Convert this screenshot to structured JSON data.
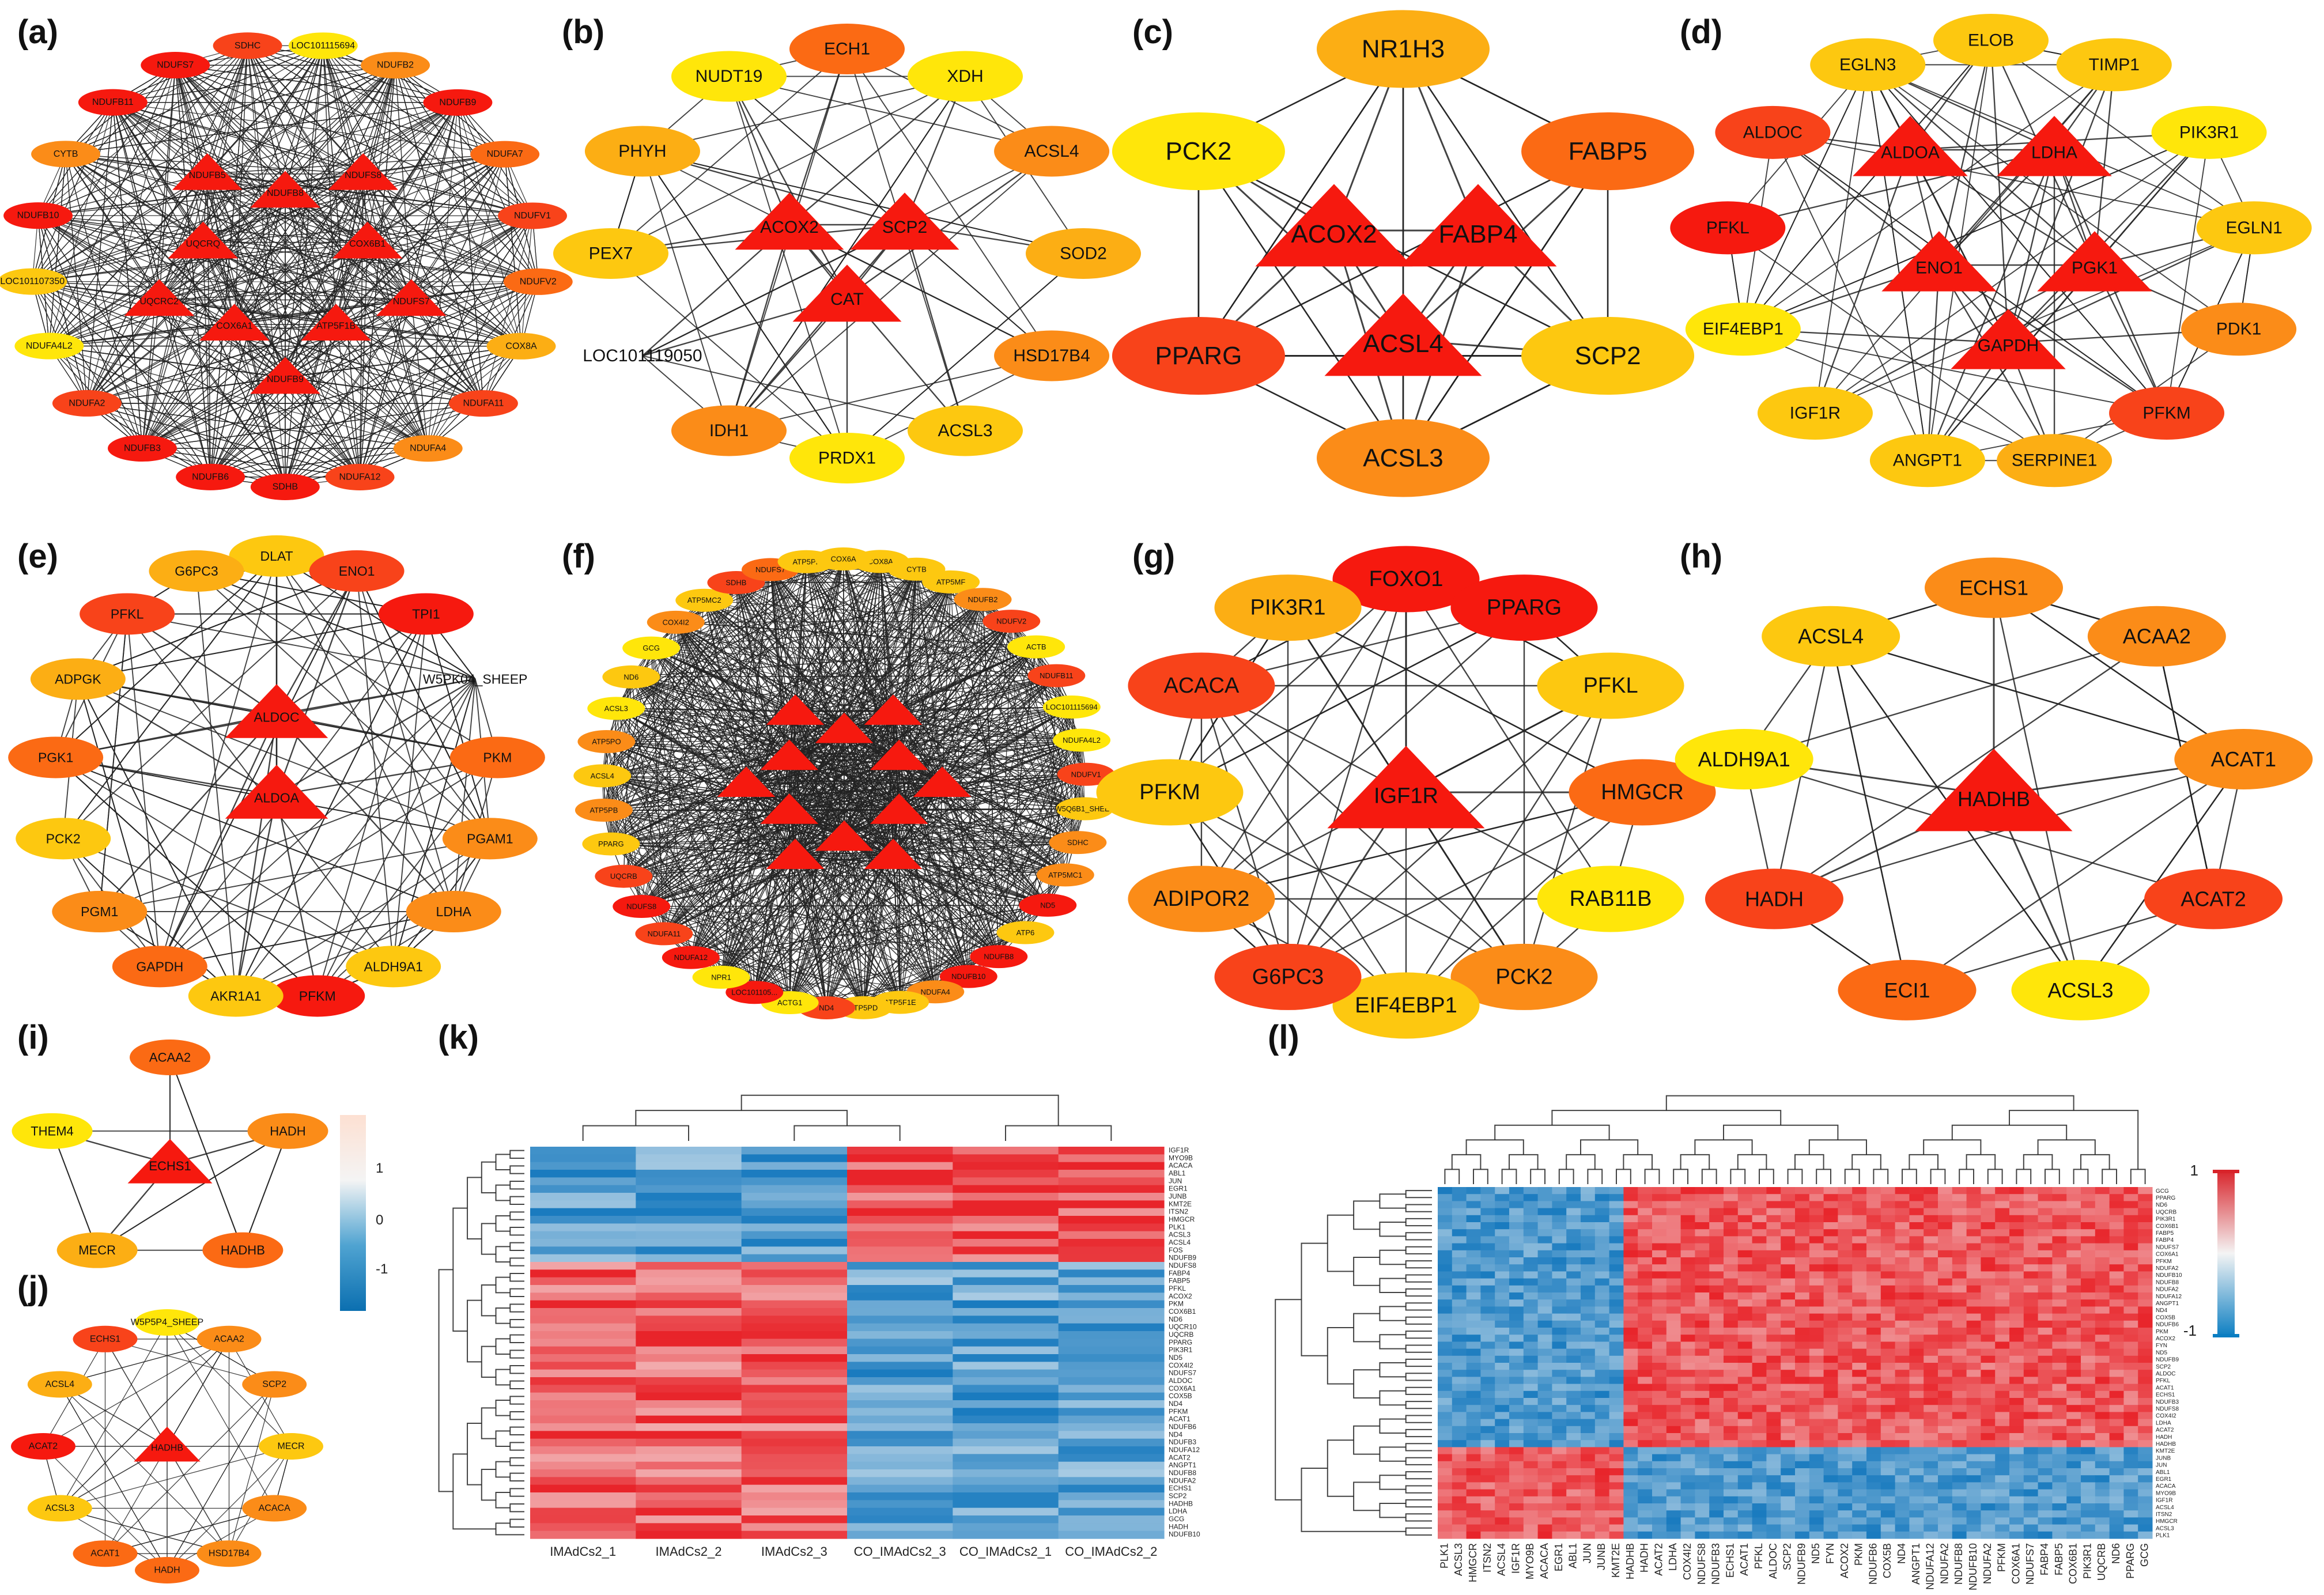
{
  "colors": {
    "red": "#f6190f",
    "red_orange": "#f8431a",
    "orange_red": "#fb6a14",
    "orange": "#fb8c18",
    "light_orange": "#fcae14",
    "amber": "#fdc810",
    "yellow": "#ffe60a",
    "heat_red": "#e8242a",
    "heat_blue": "#1a7bbf",
    "heat_white": "#f7f7f7"
  },
  "panels": {
    "a": {
      "label": "(a)",
      "hubs": [
        "NDUFB8",
        "NDUFS8",
        "COX6B1",
        "NDUFS7",
        "ATP5F1B",
        "NDUFB9",
        "COX6A1",
        "UQCRC2",
        "UQCRQ",
        "NDUFB5"
      ],
      "ring": [
        {
          "name": "LOC101115694",
          "c": "yellow"
        },
        {
          "name": "NDUFB2",
          "c": "orange"
        },
        {
          "name": "NDUFB9",
          "c": "red"
        },
        {
          "name": "NDUFA7",
          "c": "orange_red"
        },
        {
          "name": "NDUFV1",
          "c": "red_orange"
        },
        {
          "name": "NDUFV2",
          "c": "orange_red"
        },
        {
          "name": "COX8A",
          "c": "light_orange"
        },
        {
          "name": "NDUFA11",
          "c": "red_orange"
        },
        {
          "name": "NDUFA4",
          "c": "orange"
        },
        {
          "name": "NDUFA12",
          "c": "red_orange"
        },
        {
          "name": "SDHB",
          "c": "red"
        },
        {
          "name": "NDUFB6",
          "c": "red"
        },
        {
          "name": "NDUFB3",
          "c": "red"
        },
        {
          "name": "NDUFA2",
          "c": "red_orange"
        },
        {
          "name": "NDUFA4L2",
          "c": "yellow"
        },
        {
          "name": "LOC101107350",
          "c": "amber"
        },
        {
          "name": "NDUFB10",
          "c": "red"
        },
        {
          "name": "CYTB",
          "c": "orange"
        },
        {
          "name": "NDUFB11",
          "c": "red"
        },
        {
          "name": "NDUFS7",
          "c": "red"
        },
        {
          "name": "SDHC",
          "c": "red_orange"
        }
      ]
    },
    "b": {
      "label": "(b)",
      "hubs": [
        "ACOX2",
        "SCP2",
        "CAT"
      ],
      "ring": [
        {
          "name": "ECH1",
          "c": "orange_red"
        },
        {
          "name": "XDH",
          "c": "yellow"
        },
        {
          "name": "ACSL4",
          "c": "orange"
        },
        {
          "name": "SOD2",
          "c": "light_orange"
        },
        {
          "name": "HSD17B4",
          "c": "orange"
        },
        {
          "name": "ACSL3",
          "c": "amber"
        },
        {
          "name": "PRDX1",
          "c": "yellow"
        },
        {
          "name": "IDH1",
          "c": "orange"
        },
        {
          "name": "LOC101119050",
          "c": "none"
        },
        {
          "name": "PEX7",
          "c": "amber"
        },
        {
          "name": "PHYH",
          "c": "light_orange"
        },
        {
          "name": "NUDT19",
          "c": "yellow"
        }
      ]
    },
    "c": {
      "label": "(c)",
      "hubs": [
        "ACOX2",
        "FABP4",
        "ACSL4"
      ],
      "ring": [
        {
          "name": "NR1H3",
          "c": "light_orange"
        },
        {
          "name": "FABP5",
          "c": "orange_red"
        },
        {
          "name": "SCP2",
          "c": "amber"
        },
        {
          "name": "ACSL3",
          "c": "orange"
        },
        {
          "name": "PPARG",
          "c": "red_orange"
        },
        {
          "name": "PCK2",
          "c": "yellow"
        }
      ]
    },
    "d": {
      "label": "(d)",
      "hubs": [
        "ALDOA",
        "LDHA",
        "ENO1",
        "PGK1",
        "GAPDH"
      ],
      "ring": [
        {
          "name": "ELOB",
          "c": "amber"
        },
        {
          "name": "TIMP1",
          "c": "amber"
        },
        {
          "name": "PIK3R1",
          "c": "yellow"
        },
        {
          "name": "EGLN1",
          "c": "amber"
        },
        {
          "name": "PDK1",
          "c": "orange"
        },
        {
          "name": "PFKM",
          "c": "red_orange"
        },
        {
          "name": "SERPINE1",
          "c": "light_orange"
        },
        {
          "name": "ANGPT1",
          "c": "amber"
        },
        {
          "name": "IGF1R",
          "c": "amber"
        },
        {
          "name": "EIF4EBP1",
          "c": "yellow"
        },
        {
          "name": "PFKL",
          "c": "red"
        },
        {
          "name": "ALDOC",
          "c": "red_orange"
        },
        {
          "name": "EGLN3",
          "c": "amber"
        }
      ]
    },
    "e": {
      "label": "(e)",
      "hubs": [
        "ALDOC",
        "ALDOA"
      ],
      "ring": [
        {
          "name": "DLAT",
          "c": "amber"
        },
        {
          "name": "ENO1",
          "c": "red_orange"
        },
        {
          "name": "TPI1",
          "c": "red"
        },
        {
          "name": "W5PK04_SHEEP",
          "c": "none"
        },
        {
          "name": "PKM",
          "c": "orange_red"
        },
        {
          "name": "PGAM1",
          "c": "orange"
        },
        {
          "name": "LDHA",
          "c": "orange"
        },
        {
          "name": "ALDH9A1",
          "c": "amber"
        },
        {
          "name": "PFKM",
          "c": "red"
        },
        {
          "name": "AKR1A1",
          "c": "amber"
        },
        {
          "name": "GAPDH",
          "c": "orange_red"
        },
        {
          "name": "PGM1",
          "c": "orange"
        },
        {
          "name": "PCK2",
          "c": "amber"
        },
        {
          "name": "PGK1",
          "c": "orange_red"
        },
        {
          "name": "ADPGK",
          "c": "light_orange"
        },
        {
          "name": "PFKL",
          "c": "red_orange"
        },
        {
          "name": "G6PC3",
          "c": "light_orange"
        }
      ]
    },
    "f": {
      "label": "(f)",
      "hubs": [
        "",
        "",
        "",
        "",
        "",
        "",
        "",
        "",
        "",
        "",
        "",
        ""
      ],
      "ring": [
        {
          "name": "COX8A",
          "c": "amber"
        },
        {
          "name": "CYTB",
          "c": "amber"
        },
        {
          "name": "ATP5MF",
          "c": "amber"
        },
        {
          "name": "NDUFB2",
          "c": "orange"
        },
        {
          "name": "NDUFV2",
          "c": "red_orange"
        },
        {
          "name": "ACTB",
          "c": "yellow"
        },
        {
          "name": "NDUFB11",
          "c": "red_orange"
        },
        {
          "name": "LOC101115694",
          "c": "yellow"
        },
        {
          "name": "NDUFA4L2",
          "c": "yellow"
        },
        {
          "name": "NDUFV1",
          "c": "red_orange"
        },
        {
          "name": "W5Q6B1_SHEEP",
          "c": "amber"
        },
        {
          "name": "SDHC",
          "c": "orange"
        },
        {
          "name": "ATP5MC1",
          "c": "orange"
        },
        {
          "name": "ND5",
          "c": "red"
        },
        {
          "name": "ATP6",
          "c": "amber"
        },
        {
          "name": "NDUFB8",
          "c": "red"
        },
        {
          "name": "NDUFB10",
          "c": "red"
        },
        {
          "name": "NDUFA4",
          "c": "orange"
        },
        {
          "name": "ATP5F1E",
          "c": "amber"
        },
        {
          "name": "ATP5PD",
          "c": "amber"
        },
        {
          "name": "ND4",
          "c": "red_orange"
        },
        {
          "name": "ACTG1",
          "c": "yellow"
        },
        {
          "name": "LOC101105...",
          "c": "red"
        },
        {
          "name": "NPR1",
          "c": "yellow"
        },
        {
          "name": "NDUFA12",
          "c": "red"
        },
        {
          "name": "NDUFA11",
          "c": "red_orange"
        },
        {
          "name": "NDUFS8",
          "c": "red"
        },
        {
          "name": "UQCRB",
          "c": "red_orange"
        },
        {
          "name": "PPARG",
          "c": "amber"
        },
        {
          "name": "ATP5PB",
          "c": "orange"
        },
        {
          "name": "ACSL4",
          "c": "amber"
        },
        {
          "name": "ATP5PO",
          "c": "orange"
        },
        {
          "name": "ACSL3",
          "c": "yellow"
        },
        {
          "name": "ND6",
          "c": "amber"
        },
        {
          "name": "GCG",
          "c": "yellow"
        },
        {
          "name": "COX4I2",
          "c": "orange"
        },
        {
          "name": "ATP5MC2",
          "c": "amber"
        },
        {
          "name": "SDHB",
          "c": "red_orange"
        },
        {
          "name": "NDUFS7",
          "c": "orange_red"
        },
        {
          "name": "ATP5PF",
          "c": "amber"
        },
        {
          "name": "COX6A",
          "c": "amber"
        }
      ]
    },
    "g": {
      "label": "(g)",
      "hubs": [
        "IGF1R"
      ],
      "ring": [
        {
          "name": "FOXO1",
          "c": "red"
        },
        {
          "name": "PPARG",
          "c": "red"
        },
        {
          "name": "PFKL",
          "c": "amber"
        },
        {
          "name": "HMGCR",
          "c": "orange_red"
        },
        {
          "name": "RAB11B",
          "c": "yellow"
        },
        {
          "name": "PCK2",
          "c": "orange"
        },
        {
          "name": "EIF4EBP1",
          "c": "amber"
        },
        {
          "name": "G6PC3",
          "c": "red_orange"
        },
        {
          "name": "ADIPOR2",
          "c": "orange"
        },
        {
          "name": "PFKM",
          "c": "amber"
        },
        {
          "name": "ACACA",
          "c": "red_orange"
        },
        {
          "name": "PIK3R1",
          "c": "light_orange"
        }
      ]
    },
    "h": {
      "label": "(h)",
      "hubs": [
        "HADHB"
      ],
      "ring": [
        {
          "name": "ECHS1",
          "c": "orange"
        },
        {
          "name": "ACAA2",
          "c": "orange"
        },
        {
          "name": "ACAT1",
          "c": "orange"
        },
        {
          "name": "ACAT2",
          "c": "red_orange"
        },
        {
          "name": "ACSL3",
          "c": "yellow"
        },
        {
          "name": "ECI1",
          "c": "orange_red"
        },
        {
          "name": "HADH",
          "c": "red_orange"
        },
        {
          "name": "ALDH9A1",
          "c": "yellow"
        },
        {
          "name": "ACSL4",
          "c": "amber"
        }
      ]
    },
    "i": {
      "label": "(i)",
      "hubs": [
        "ECHS1"
      ],
      "ring": [
        {
          "name": "ACAA2",
          "c": "orange_red"
        },
        {
          "name": "HADH",
          "c": "orange"
        },
        {
          "name": "HADHB",
          "c": "orange_red"
        },
        {
          "name": "MECR",
          "c": "light_orange"
        },
        {
          "name": "THEM4",
          "c": "yellow"
        }
      ]
    },
    "j": {
      "label": "(j)",
      "hubs": [
        "HADHB"
      ],
      "ring": [
        {
          "name": "W5P5P4_SHEEP",
          "c": "yellow"
        },
        {
          "name": "ACAA2",
          "c": "orange"
        },
        {
          "name": "SCP2",
          "c": "orange"
        },
        {
          "name": "MECR",
          "c": "amber"
        },
        {
          "name": "ACACA",
          "c": "orange"
        },
        {
          "name": "HSD17B4",
          "c": "orange"
        },
        {
          "name": "HADH",
          "c": "orange_red"
        },
        {
          "name": "ACAT1",
          "c": "orange_red"
        },
        {
          "name": "ACSL3",
          "c": "amber"
        },
        {
          "name": "ACAT2",
          "c": "red"
        },
        {
          "name": "ACSL4",
          "c": "light_orange"
        },
        {
          "name": "ECHS1",
          "c": "red_orange"
        }
      ]
    },
    "k": {
      "label": "(k)",
      "legend_ticks": [
        "1",
        "0",
        "-1"
      ],
      "columns": [
        "IMAdCs2_1",
        "IMAdCs2_2",
        "IMAdCs2_3",
        "CO_IMAdCs2_3",
        "CO_IMAdCs2_1",
        "CO_IMAdCs2_2"
      ],
      "rows": [
        "IGF1R",
        "MYO9B",
        "ACACA",
        "ABL1",
        "JUN",
        "EGR1",
        "JUNB",
        "KMT2E",
        "ITSN2",
        "HMGCR",
        "PLK1",
        "ACSL3",
        "ACSL4",
        "FOS",
        "NDUFB9",
        "NDUFS8",
        "FABP4",
        "FABP5",
        "PFKL",
        "ACOX2",
        "PKM",
        "COX6B1",
        "ND6",
        "UQCR10",
        "UQCRB",
        "PPARG",
        "PIK3R1",
        "ND5",
        "COX4I2",
        "NDUFS7",
        "ALDOC",
        "COX6A1",
        "COX5B",
        "ND4",
        "PFKM",
        "ACAT1",
        "NDUFB6",
        "ND4",
        "NDUFB3",
        "NDUFA12",
        "ACAT2",
        "ANGPT1",
        "NDUFB8",
        "NDUFA2",
        "ECHS1",
        "SCP2",
        "HADHB",
        "LDHA",
        "GCG",
        "HADH",
        "NDUFB10"
      ]
    },
    "l": {
      "label": "(l)",
      "legend_ticks": [
        "1",
        "-1"
      ],
      "columns": [
        "PLK1",
        "ACSL3",
        "HMGCR",
        "ITSN2",
        "ACSL4",
        "IGF1R",
        "MYO9B",
        "ACACA",
        "EGR1",
        "ABL1",
        "JUN",
        "JUNB",
        "KMT2E",
        "HADHB",
        "HADH",
        "ACAT2",
        "LDHA",
        "COX4I2",
        "NDUFS8",
        "NDUFB3",
        "ECHS1",
        "ACAT1",
        "PFKL",
        "ALDOC",
        "SCP2",
        "NDUFB9",
        "ND5",
        "FYN",
        "ACOX2",
        "PKM",
        "NDUFB6",
        "COX5B",
        "ND4",
        "ANGPT1",
        "NDUFA12",
        "NDUFA2",
        "NDUFB8",
        "NDUFB10",
        "NDUFA2",
        "PFKM",
        "COX6A1",
        "NDUFS7",
        "FABP4",
        "FABP5",
        "COX6B1",
        "PIK3R1",
        "UQCRB",
        "ND6",
        "PPARG",
        "GCG"
      ],
      "rows": [
        "GCG",
        "PPARG",
        "ND6",
        "UQCRB",
        "PIK3R1",
        "COX6B1",
        "FABP5",
        "FABP4",
        "NDUFS7",
        "COX6A1",
        "PFKM",
        "NDUFA2",
        "NDUFB10",
        "NDUFB8",
        "NDUFA2",
        "NDUFA12",
        "ANGPT1",
        "ND4",
        "COX5B",
        "NDUFB6",
        "PKM",
        "ACOX2",
        "FYN",
        "ND5",
        "NDUFB9",
        "SCP2",
        "ALDOC",
        "PFKL",
        "ACAT1",
        "ECHS1",
        "NDUFB3",
        "NDUFS8",
        "COX4I2",
        "LDHA",
        "ACAT2",
        "HADH",
        "HADHB",
        "KMT2E",
        "JUNB",
        "JUN",
        "ABL1",
        "EGR1",
        "ACACA",
        "MYO9B",
        "IGF1R",
        "ACSL4",
        "ITSN2",
        "HMGCR",
        "ACSL3",
        "PLK1"
      ]
    }
  }
}
